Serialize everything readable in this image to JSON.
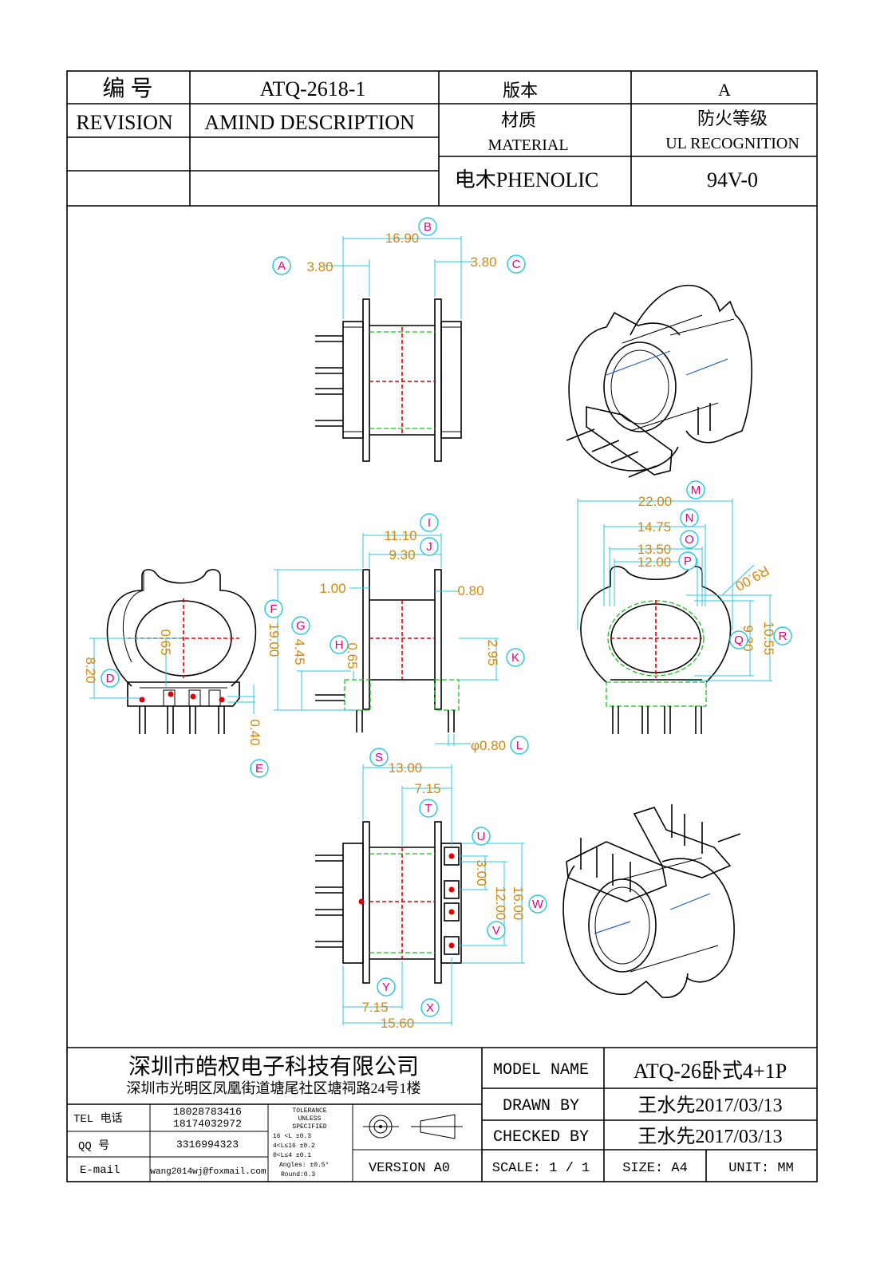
{
  "header": {
    "number_label": "编  号",
    "number_value": "ATQ-2618-1",
    "version_label": "版本",
    "version_value": "A",
    "revision_label": "REVISION",
    "amend_label": "AMIND DESCRIPTION",
    "material_label_cn": "材质",
    "material_label_en": "MATERIAL",
    "fire_label_cn": "防火等级",
    "fire_label_en": "UL RECOGNITION",
    "material_value": "电木PHENOLIC",
    "fire_value": "94V-0"
  },
  "dimensions": {
    "a": "3.80",
    "b": "16.90",
    "c": "3.80",
    "i": "11.10",
    "j": "9.30",
    "d_left": "1.00",
    "d_right": "0.80",
    "f": "19.00",
    "g": "4.45",
    "h": "0.65",
    "k": "2.95",
    "l": "φ0.80",
    "front_h": "0.65",
    "front_d": "8.20",
    "front_e": "0.40",
    "m": "22.00",
    "n": "14.75",
    "o": "13.50",
    "p": "12.00",
    "radius": "R9.00",
    "q": "9.30",
    "r": "10.55",
    "s": "13.00",
    "t": "7.15",
    "u": "3.00",
    "v": "12.00",
    "w": "16.00",
    "y": "7.15",
    "x": "15.60"
  },
  "callouts": [
    "A",
    "B",
    "C",
    "D",
    "E",
    "F",
    "G",
    "H",
    "I",
    "J",
    "K",
    "L",
    "M",
    "N",
    "O",
    "P",
    "Q",
    "R",
    "S",
    "T",
    "U",
    "V",
    "W",
    "X",
    "Y"
  ],
  "title_block": {
    "company": "深圳市皓权电子科技有限公司",
    "address": "深圳市光明区凤凰街道塘尾社区塘祠路24号1楼",
    "tel_label": "TEL 电话",
    "tel_1": "18028783416",
    "tel_2": "18174032972",
    "qq_label": "QQ  号",
    "qq_value": "3316994323",
    "email_label": "E-mail",
    "email_value": "wang2014wj@foxmail.com",
    "tol_title_1": "TOLERANCE",
    "tol_title_2": "UNLESS",
    "tol_title_3": "SPECIFIED",
    "tol_1": "16 <L       ±0.3",
    "tol_2": "4<L≤16      ±0.2",
    "tol_3": "0<L≤4       ±0.1",
    "tol_4": "Angles: ±0.5°",
    "tol_5": "Round:0.3",
    "version": "VERSION A0",
    "model_label": "MODEL NAME",
    "model_value": "ATQ-26卧式4+1P",
    "drawn_label": "DRAWN BY",
    "drawn_value": "王水先2017/03/13",
    "checked_label": "CHECKED BY",
    "checked_value": "王水先2017/03/13",
    "scale_label": "SCALE: 1 / 1",
    "size_label": "SIZE: A4",
    "unit_label": "UNIT: MM"
  },
  "colors": {
    "dimension": "#d4870a",
    "callout_text": "#e0007c",
    "callout_circle": "#2ec7e0",
    "center_line": "#e00000",
    "hidden_line": "#17c21a",
    "winding_line": "#1b5fd0"
  }
}
